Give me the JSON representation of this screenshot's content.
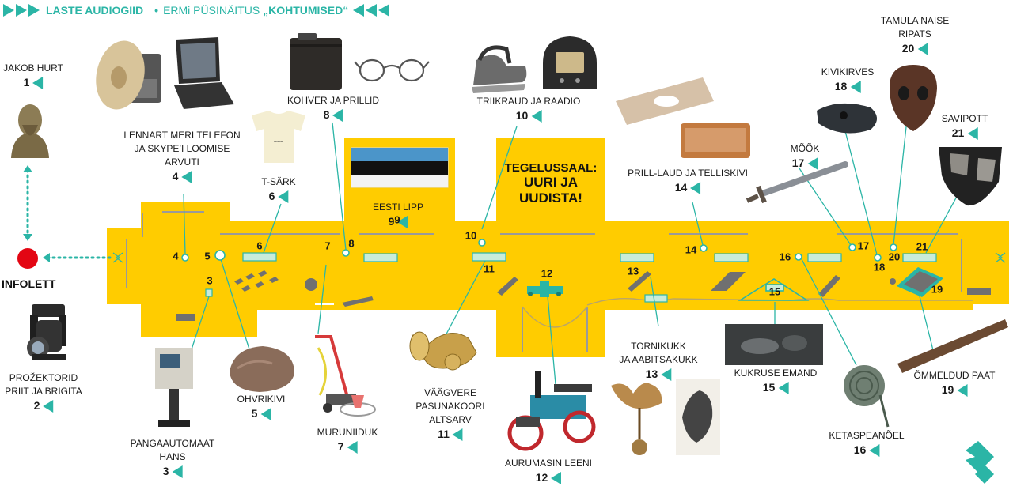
{
  "header": {
    "title": "LASTE AUDIOGIID",
    "separator": "•",
    "subtitle_prefix": "ERMi PÜSINÄITUS",
    "subtitle_quote": "„KOHTUMISED“"
  },
  "info": {
    "label": "INFOLETT"
  },
  "rooms": {
    "tegelus_line1": "TEGELUSSAAL:",
    "tegelus_line2": "UURI JA",
    "tegelus_line3": "UUDISTA!"
  },
  "colors": {
    "floor": "#ffcc00",
    "accent": "#2bb5a6",
    "info_dot": "#e30613",
    "logo": "#2bb5a6"
  },
  "stops": [
    {
      "num": "1",
      "name": [
        "JAKOB HURT"
      ]
    },
    {
      "num": "2",
      "name": [
        "PROŽEKTORID",
        "PRIIT JA BRIGITA"
      ]
    },
    {
      "num": "3",
      "name": [
        "PANGAAUTOMAAT",
        "HANS"
      ]
    },
    {
      "num": "4",
      "name": [
        "LENNART MERI TELEFON",
        "JA SKYPE’I LOOMISE",
        "ARVUTI"
      ]
    },
    {
      "num": "5",
      "name": [
        "OHVRIKIVI"
      ]
    },
    {
      "num": "6",
      "name": [
        "T-SÄRK"
      ]
    },
    {
      "num": "7",
      "name": [
        "MURUNIIDUK"
      ]
    },
    {
      "num": "8",
      "name": [
        "KOHVER JA PRILLID"
      ]
    },
    {
      "num": "9",
      "name": [
        "EESTI LIPP"
      ]
    },
    {
      "num": "10",
      "name": [
        "TRIIKRAUD JA RAADIO"
      ]
    },
    {
      "num": "11",
      "name": [
        "VÄÄGVERE",
        "PASUNAKOORI",
        "ALTSARV"
      ]
    },
    {
      "num": "12",
      "name": [
        "AURUMASIN LEENI"
      ]
    },
    {
      "num": "13",
      "name": [
        "TORNIKUKK",
        "JA AABITSAKUKK"
      ]
    },
    {
      "num": "14",
      "name": [
        "PRILL-LAUD JA TELLISKIVI"
      ]
    },
    {
      "num": "15",
      "name": [
        "KUKRUSE EMAND"
      ]
    },
    {
      "num": "16",
      "name": [
        "KETASPEANÕEL"
      ]
    },
    {
      "num": "17",
      "name": [
        "MÕÕK"
      ]
    },
    {
      "num": "18",
      "name": [
        "KIVIKIRVES"
      ]
    },
    {
      "num": "19",
      "name": [
        "ÕMMELDUD PAAT"
      ]
    },
    {
      "num": "20",
      "name": [
        "TAMULA NAISE",
        "RIPATS"
      ]
    },
    {
      "num": "21",
      "name": [
        "SAVIPOTT"
      ]
    }
  ],
  "plan_numbers": [
    "4",
    "5",
    "3",
    "6",
    "7",
    "8",
    "9",
    "10",
    "11",
    "12",
    "13",
    "14",
    "15",
    "16",
    "17",
    "18",
    "20",
    "21",
    "19"
  ]
}
